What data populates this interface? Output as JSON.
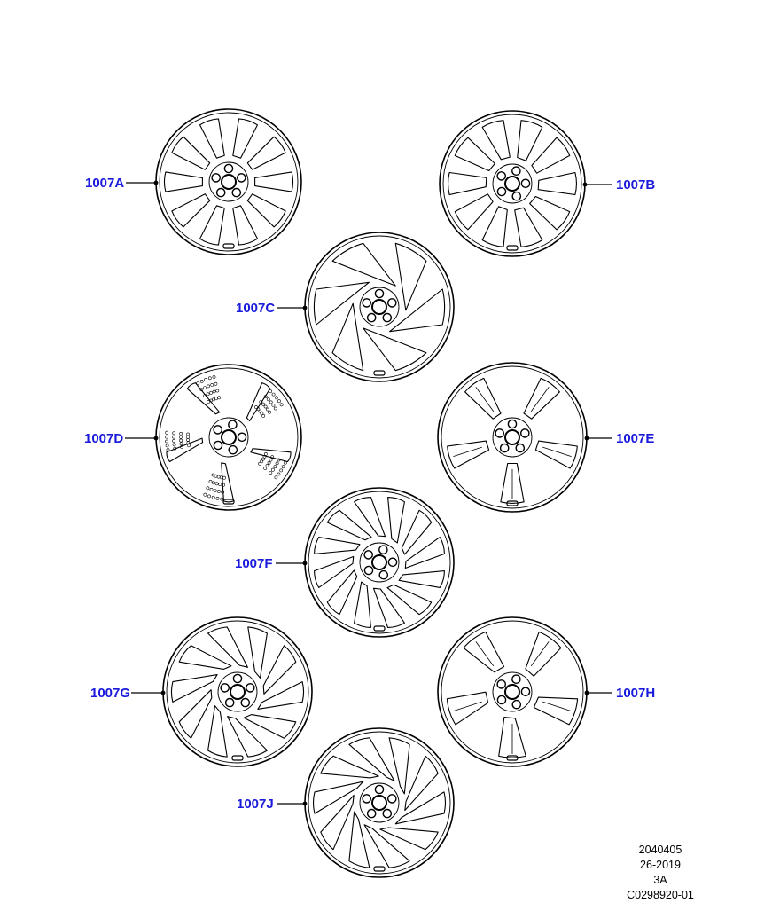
{
  "wheels": [
    {
      "label": "1007A",
      "design": "twin-spoke-10"
    },
    {
      "label": "1007B",
      "design": "split-spoke-10"
    },
    {
      "label": "1007C",
      "design": "swirl-spoke"
    },
    {
      "label": "1007D",
      "design": "aero-perforated"
    },
    {
      "label": "1007E",
      "design": "y-spoke-5"
    },
    {
      "label": "1007F",
      "design": "multi-spoke-12"
    },
    {
      "label": "1007G",
      "design": "curved-spoke-10"
    },
    {
      "label": "1007H",
      "design": "y-spoke-5-open"
    },
    {
      "label": "1007J",
      "design": "swirl-multi-spoke"
    }
  ],
  "footer": {
    "line1": "2040405",
    "line2": "26-2019",
    "line3": "3A",
    "line4": "C0298920-01"
  }
}
